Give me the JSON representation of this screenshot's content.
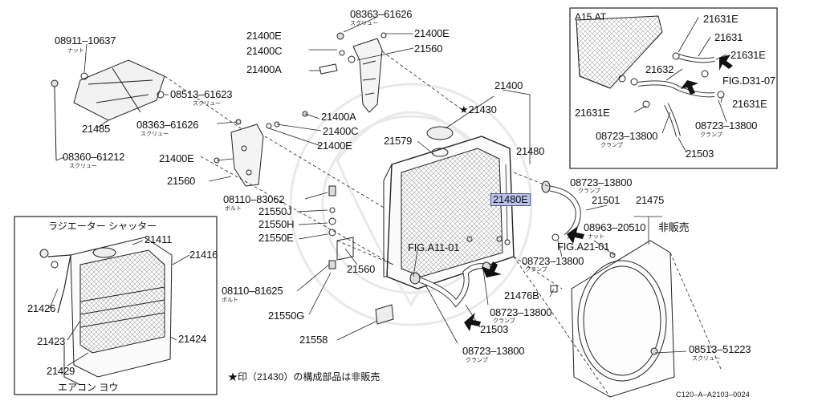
{
  "labels": {
    "l_08363_61626_top": "08363–61626",
    "l_21400E_a": "21400E",
    "l_21400E_b": "21400E",
    "l_21400C_a": "21400C",
    "l_21560_a": "21560",
    "l_21400A_a": "21400A",
    "l_08911_10637": "08911–10637",
    "l_08513_61623": "08513–61623",
    "l_21485": "21485",
    "l_08360_61212": "08360–61212",
    "l_21400A_b": "21400A",
    "l_08363_61626_mid": "08363–61626",
    "l_21400C_b": "21400C",
    "l_21400E_c": "21400E",
    "l_21400E_d": "21400E",
    "l_21560_b": "21560",
    "l_21400": "21400",
    "l_21430": "★21430",
    "l_21579": "21579",
    "l_21480": "21480",
    "l_21480E": "21480E",
    "l_08723_13800_a": "08723–13800",
    "l_21501": "21501",
    "l_21475": "21475",
    "l_08110_83062": "08110–83062",
    "l_21550J": "21550J",
    "l_21550H": "21550H",
    "l_21550E": "21550E",
    "l_fig_a11": "FIG.A11-01",
    "l_21560_c": "21560",
    "l_08963_20510": "08963–20510",
    "l_hihanbai": "非販売",
    "l_fig_a21": "FIG.A21-01",
    "l_08723_13800_b": "08723–13800",
    "l_08110_81625": "08110–81625",
    "l_21476B": "21476B",
    "l_21550G": "21550G",
    "l_08723_13800_c": "08723–13800",
    "l_21503_a": "21503",
    "l_21558": "21558",
    "l_08723_13800_d": "08723–13800",
    "l_08513_51223": "08513–51223",
    "l_21411": "21411",
    "l_21416": "21416",
    "l_21426": "21426",
    "l_21423": "21423",
    "l_21424": "21424",
    "l_21429": "21429",
    "l_21631E_a": "21631E",
    "l_21631": "21631",
    "l_21631E_b": "21631E",
    "l_fig_d31": "FIG.D31-07",
    "l_21632": "21632",
    "l_21631E_c": "21631E",
    "l_21631E_d": "21631E",
    "l_08723_13800_e": "08723–13800",
    "l_08723_13800_f": "08723–13800",
    "l_21503_b": "21503"
  },
  "subs": {
    "s_screw_1": "スクリュー",
    "s_nut_1": "ナット",
    "s_screw_2": "スクリュー",
    "s_screw_3": "スクリュー",
    "s_screw_4": "スクリュー",
    "s_clamp_1": "クランプ",
    "s_bolt_1": "ボルト",
    "s_nut_2": "ナット",
    "s_clamp_2": "クランプ",
    "s_bolt_2": "ボルト",
    "s_clamp_3": "クランプ",
    "s_clamp_4": "クランプ",
    "s_screw_5": "スクリュー",
    "s_clamp_5": "クランプ",
    "s_clamp_6": "クランプ"
  },
  "boxes": {
    "shutter_title": "ラジエーター シャッター",
    "aircon_title": "エアコン ヨウ",
    "inset_title": "A15.AT"
  },
  "footer": {
    "note": "★印（21430）の構成部品は非販売",
    "code": "C120–A–A2103–0024"
  }
}
